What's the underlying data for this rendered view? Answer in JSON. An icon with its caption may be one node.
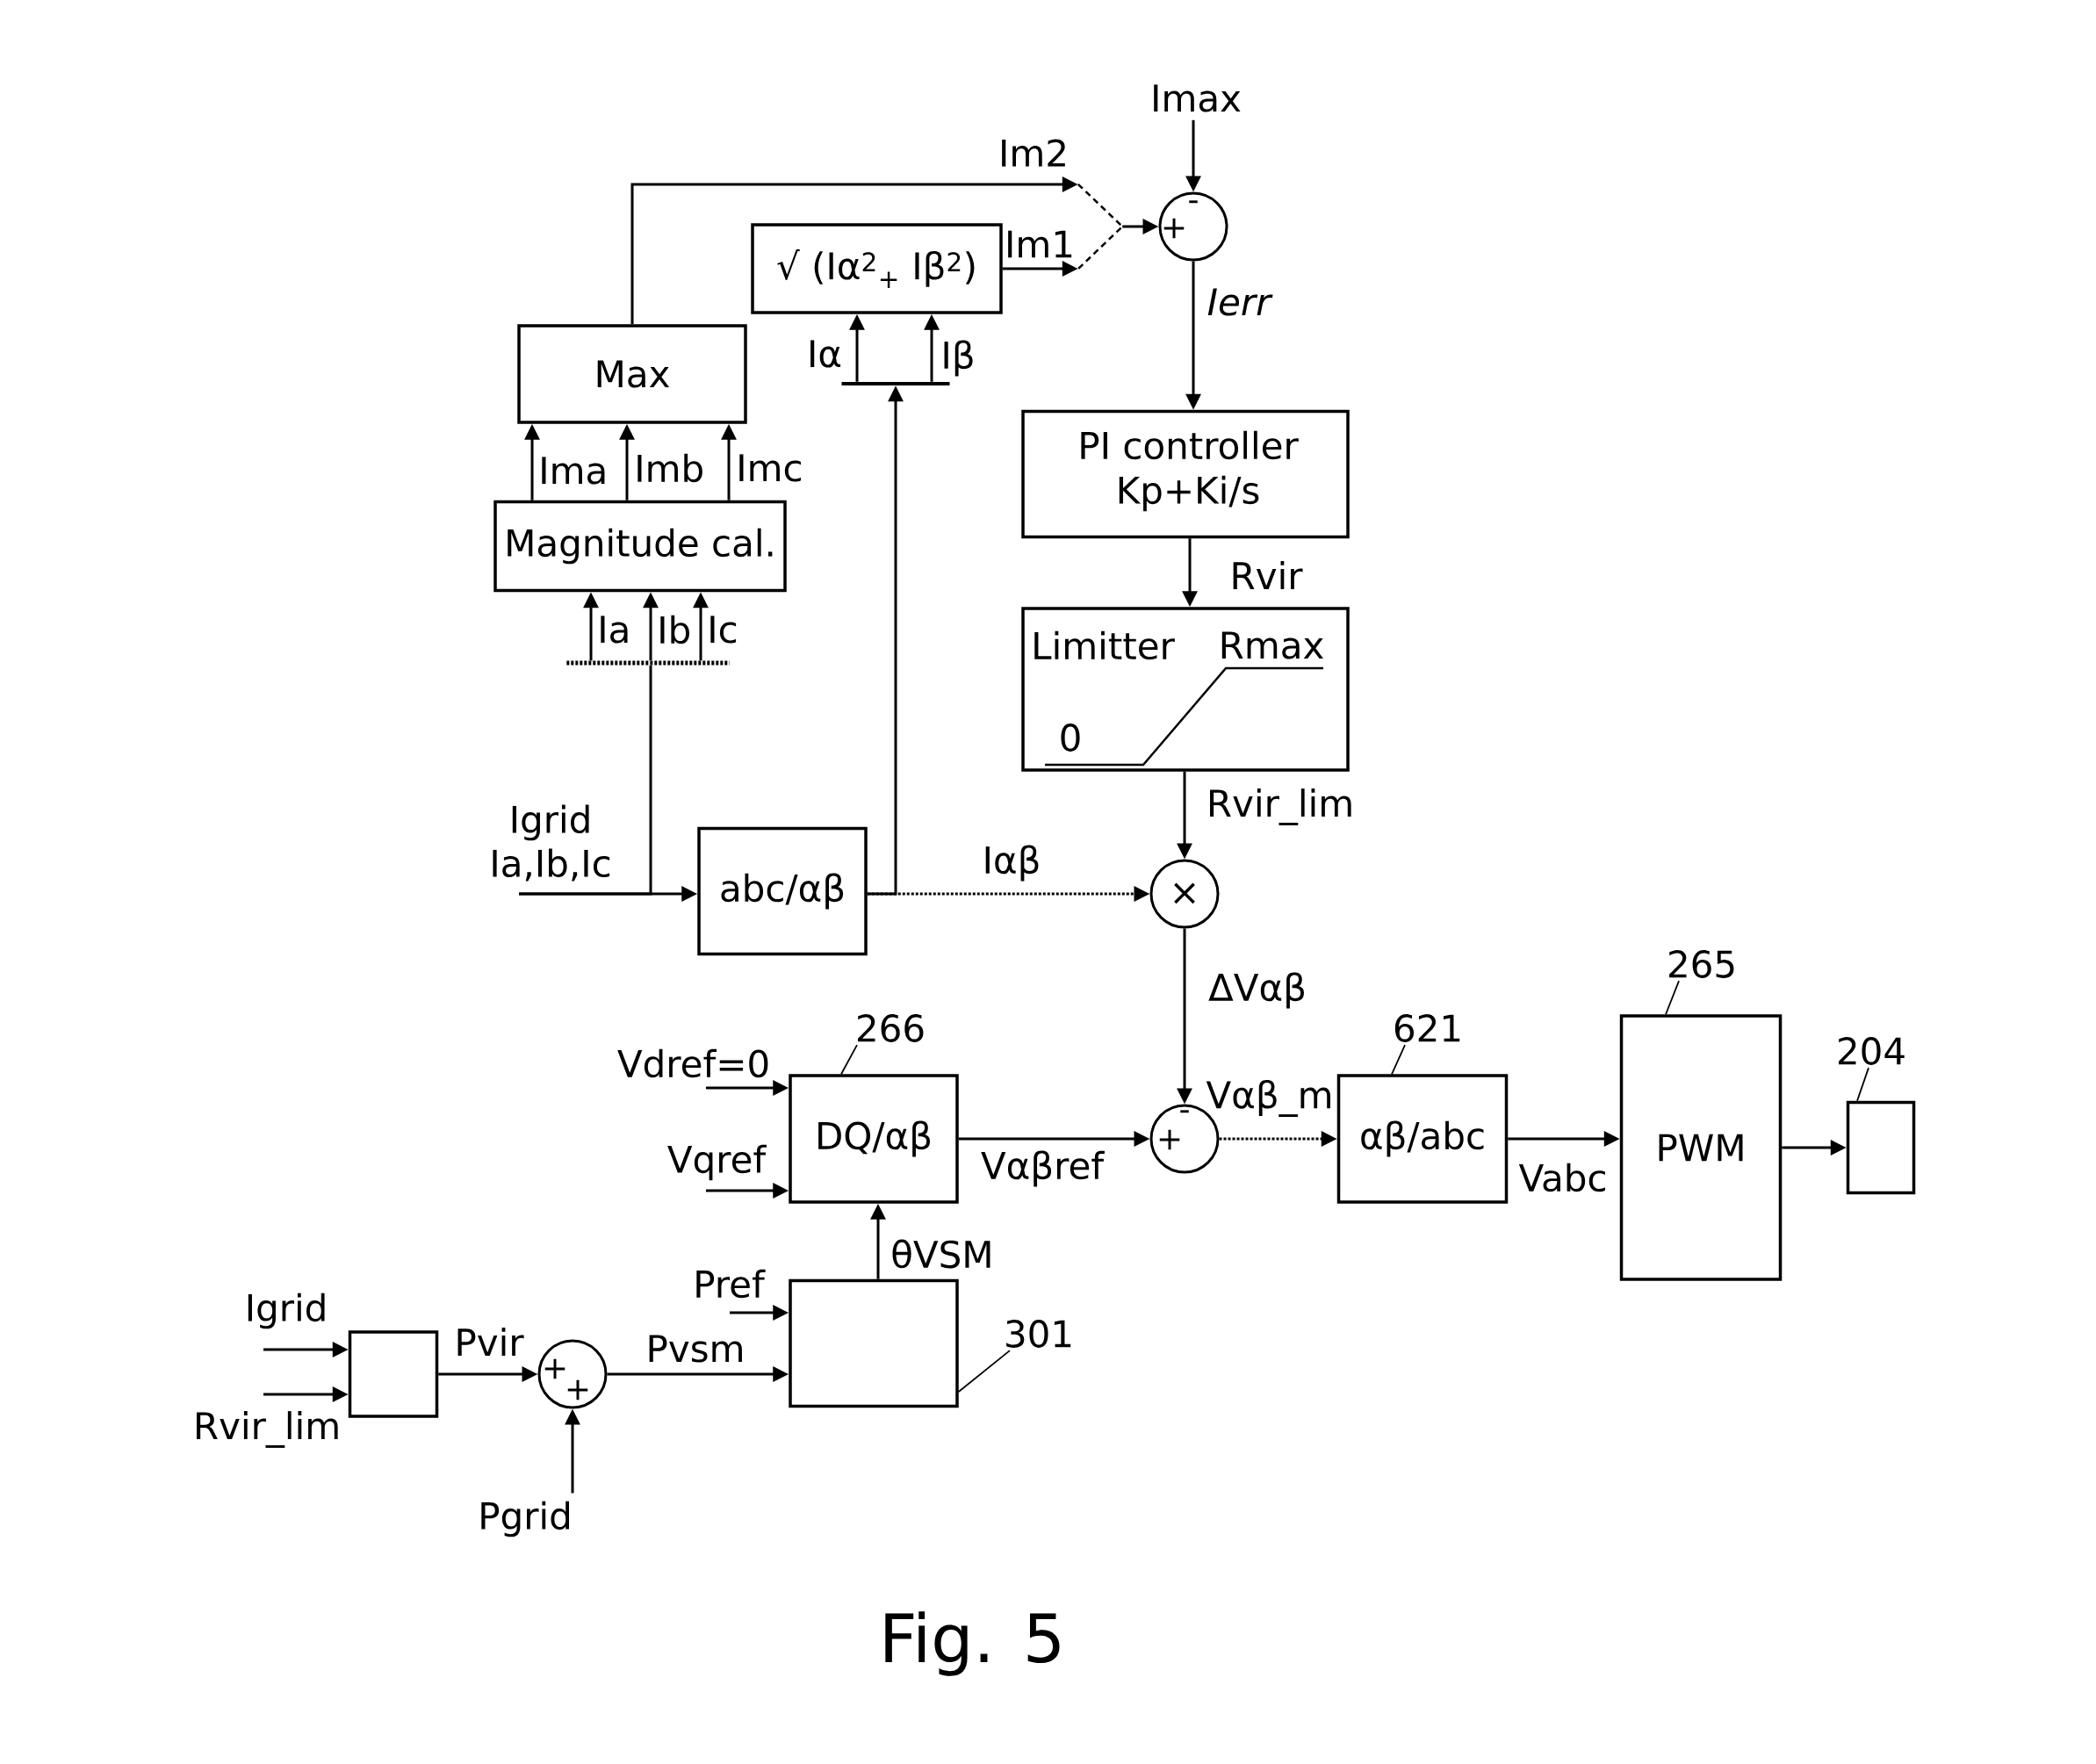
{
  "diagram": {
    "caption": "Fig. 5",
    "nodes": [
      {
        "text": [
          "Imax"
        ]
      },
      {
        "text": [],
        "shape": "switch"
      },
      {
        "text": [
          "-",
          "+"
        ]
      },
      {
        "text": [
          "√ (Iα$^{2}$$_{+}$ Iβ$^{2}$)"
        ]
      },
      {
        "text": [
          "Max"
        ]
      },
      {
        "text": [],
        "shape": "bar"
      },
      {
        "text": [
          "PI controller",
          "Kp+Ki/s"
        ]
      },
      {
        "text": [
          "Magnitude cal."
        ]
      },
      {
        "text": [
          "Limitter",
          "Rmax",
          "0"
        ]
      },
      {
        "text": [],
        "shape": "bar"
      },
      {
        "text": [
          "abc/αβ"
        ]
      },
      {
        "text": [
          "×"
        ]
      },
      {
        "text": [
          "265"
        ]
      },
      {
        "text": [
          "266"
        ]
      },
      {
        "text": [
          "621"
        ]
      },
      {
        "text": [
          "204"
        ]
      },
      {
        "text": [
          "DQ/αβ"
        ]
      },
      {
        "text": [
          "-",
          "+"
        ]
      },
      {
        "text": [
          "αβ/abc"
        ]
      },
      {
        "text": [
          "PWM"
        ]
      },
      {
        "text": [],
        "shape": "box"
      },
      {
        "text": [],
        "shape": "box"
      },
      {
        "text": [
          "301"
        ]
      },
      {
        "text": [],
        "shape": "box"
      },
      {
        "text": [
          "+",
          "+"
        ]
      },
      {
        "text": [
          "Pgrid"
        ]
      }
    ],
    "edges": [
      {
        "from": 0,
        "to": 2,
        "arrow": "to"
      },
      {
        "from": 4,
        "to": 1,
        "arrow": "to",
        "label": "Im2"
      },
      {
        "from": 3,
        "to": 1,
        "arrow": "to",
        "label": "Im1"
      },
      {
        "from": 1,
        "to": 2,
        "arrow": "to"
      },
      {
        "from": 2,
        "to": 6,
        "arrow": "to",
        "label": "Ierr"
      },
      {
        "from": 6,
        "to": 8,
        "arrow": "to",
        "label": "Rvir"
      },
      {
        "from": 8,
        "to": 11,
        "arrow": "to",
        "label": "Rvir_lim"
      },
      {
        "from": 10,
        "to": 11,
        "arrow": "to",
        "label": "Iαβ",
        "style": "dashed"
      },
      {
        "from": 10,
        "to": 5,
        "arrow": "to"
      },
      {
        "from": 5,
        "to": 3,
        "arrow": "to",
        "label": "Iα"
      },
      {
        "from": 5,
        "to": 3,
        "arrow": "to",
        "label": "Iβ"
      },
      {
        "from": 7,
        "to": 4,
        "arrow": "to",
        "label": "Ima"
      },
      {
        "from": 7,
        "to": 4,
        "arrow": "to",
        "label": "Imb"
      },
      {
        "from": 7,
        "to": 4,
        "arrow": "to",
        "label": "Imc"
      },
      {
        "from": 9,
        "to": 7,
        "arrow": "to",
        "label": "Ia"
      },
      {
        "from": 9,
        "to": 7,
        "arrow": "to",
        "label": "Ib"
      },
      {
        "from": 9,
        "to": 7,
        "arrow": "to",
        "label": "Ic"
      },
      {
        "from": null,
        "to": 10,
        "arrow": "to",
        "label": "Igrid Ia,Ib,Ic"
      },
      {
        "from": null,
        "to": 9,
        "arrow": "none"
      },
      {
        "from": 11,
        "to": 17,
        "arrow": "to",
        "label": "ΔVαβ"
      },
      {
        "from": null,
        "to": 16,
        "arrow": "to",
        "label": "Vdref=0"
      },
      {
        "from": null,
        "to": 16,
        "arrow": "to",
        "label": "Vqref"
      },
      {
        "from": 21,
        "to": 16,
        "arrow": "to",
        "label": "θVSM"
      },
      {
        "from": 16,
        "to": 17,
        "arrow": "to",
        "label": "Vαβref"
      },
      {
        "from": 17,
        "to": 18,
        "arrow": "to",
        "label": "Vαβ_m",
        "style": "dashed"
      },
      {
        "from": 18,
        "to": 19,
        "arrow": "to",
        "label": "Vabc"
      },
      {
        "from": 19,
        "to": 20,
        "arrow": "to"
      },
      {
        "from": null,
        "to": 21,
        "arrow": "to",
        "label": "Pref"
      },
      {
        "from": 24,
        "to": 21,
        "arrow": "to",
        "label": "Pvsm"
      },
      {
        "from": null,
        "to": 23,
        "arrow": "to",
        "label": "Igrid"
      },
      {
        "from": null,
        "to": 23,
        "arrow": "to",
        "label": "Rvir_lim"
      },
      {
        "from": 23,
        "to": 24,
        "arrow": "to",
        "label": "Pvir"
      },
      {
        "from": 25,
        "to": 24,
        "arrow": "to"
      },
      {
        "from": 12,
        "to": 19,
        "arrow": "none"
      },
      {
        "from": 13,
        "to": 16,
        "arrow": "none"
      },
      {
        "from": 14,
        "to": 18,
        "arrow": "none"
      },
      {
        "from": 15,
        "to": 20,
        "arrow": "none"
      },
      {
        "from": 22,
        "to": 21,
        "arrow": "none"
      }
    ]
  }
}
